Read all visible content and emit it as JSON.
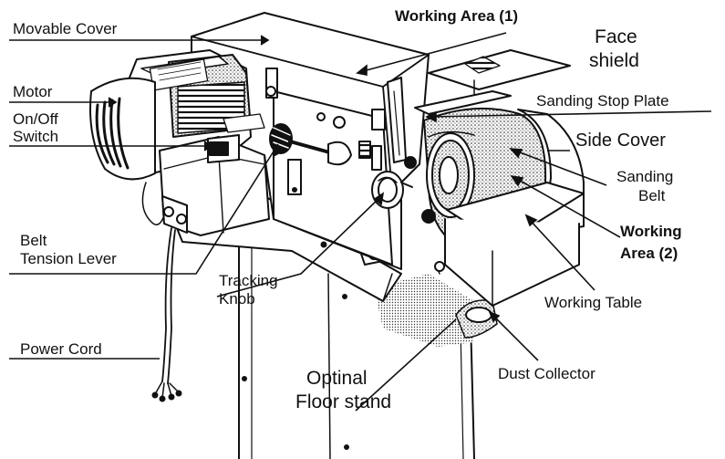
{
  "labels": {
    "movable_cover": "Movable Cover",
    "working_area_1": "Working Area (1)",
    "face_shield_1": "Face",
    "face_shield_2": "shield",
    "motor": "Motor",
    "sanding_stop_plate": "Sanding Stop Plate",
    "on_off_1": "On/Off",
    "on_off_2": "Switch",
    "side_cover": "Side Cover",
    "sanding_belt_1": "Sanding",
    "sanding_belt_2": "Belt",
    "working_area_2a": "Working",
    "working_area_2b": "Area (2)",
    "belt_tension_1": "Belt",
    "belt_tension_2": "Tension Lever",
    "tracking_knob_1": "Tracking",
    "tracking_knob_2": "Knob",
    "working_table": "Working Table",
    "power_cord": "Power Cord",
    "optional_stand_1": "Optinal",
    "optional_stand_2": "Floor stand",
    "dust_collector": "Dust Collector"
  },
  "colors": {
    "ink": "#111111",
    "paper": "#ffffff"
  }
}
